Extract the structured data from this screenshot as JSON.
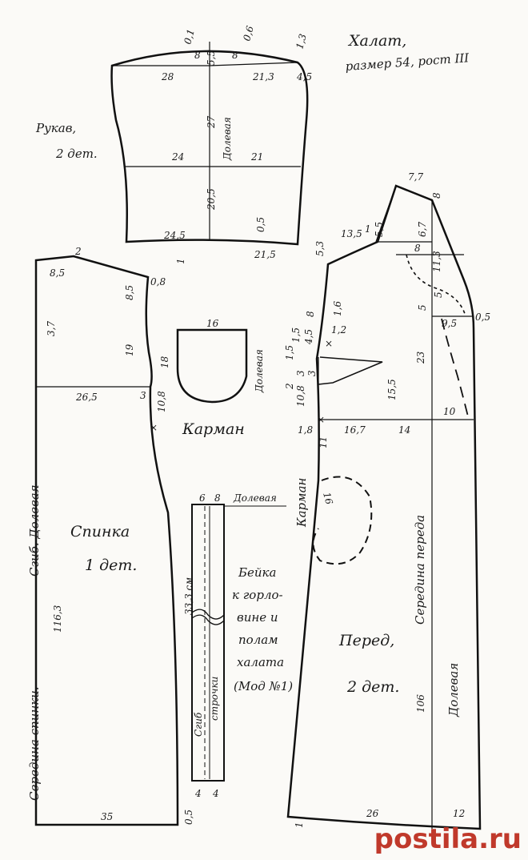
{
  "title": {
    "line1": "Халат,",
    "line2": "размер 54, рост III"
  },
  "sleeve": {
    "name": "Рукав,",
    "count": "2 дет.",
    "grain": "Долевая",
    "m_01": "0,1",
    "m_06": "0,6",
    "m_13": "1,3",
    "m_8a": "8",
    "m_55": "5,5",
    "m_8b": "8",
    "m_28": "28",
    "m_213": "21,3",
    "m_45": "4,5",
    "m_27": "27",
    "m_24": "24",
    "m_21": "21",
    "m_205": "20,5",
    "m_05": "0,5",
    "m_245": "24,5",
    "m_215": "21,5",
    "m_1": "1"
  },
  "back": {
    "name": "Спинка",
    "count": "1 дет.",
    "fold_grain": "Сгиб.       Долевая",
    "center": "Середина    спинки.",
    "m_2": "2",
    "m_85a": "8,5",
    "m_08": "0,8",
    "m_85b": "8,5",
    "m_37": "3,7",
    "m_19": "19",
    "m_18": "18",
    "m_265": "26,5",
    "m_3": "3",
    "m_108": "10,8",
    "m_1163": "116,3",
    "m_35": "35",
    "m_05": "0,5"
  },
  "pocket": {
    "name": "Карман",
    "grain": "Долевая",
    "m_16": "16"
  },
  "facing": {
    "top_a": "6",
    "top_b": "8",
    "grain": "Долевая",
    "length": "33,3 см",
    "fold": "Сгиб",
    "stitch": "строчки",
    "bot_a": "4",
    "bot_b": "4",
    "caption_1": "Бейка",
    "caption_2": "к горло-",
    "caption_3": "вине и",
    "caption_4": "полам",
    "caption_5": "халата",
    "caption_6": "(Мод №1)"
  },
  "front": {
    "name": "Перед,",
    "count": "2 дет.",
    "pocket_label": "Карман",
    "pocket_16": "16",
    "center": "Середина переда",
    "grain": "Долевая",
    "m_77": "7,7",
    "m_8": "8",
    "m_53": "5,3",
    "m_135": "13,5",
    "m_1": "1",
    "m_55": "5,5",
    "m_67": "6,7",
    "m_8b": "8",
    "m_113": "11,3",
    "m_5a": "5",
    "m_5b": "5",
    "m_16": "1,6",
    "m_8c": "8",
    "m_15": "1,5",
    "m_45": "4,5",
    "m_12": "1,2",
    "m_15b": "1,5",
    "m_3a": "3",
    "m_3b": "3",
    "m_95": "9,5",
    "m_05": "0,5",
    "m_2": "2",
    "m_23": "23",
    "m_155": "15,5",
    "m_108": "10,8",
    "m_10": "10",
    "m_18": "1,8",
    "m_167": "16,7",
    "m_14": "14",
    "m_11": "11",
    "m_106": "106",
    "m_26": "26",
    "m_12b": "12",
    "m_1b": "1"
  },
  "watermark": {
    "text": "postila.ru"
  }
}
